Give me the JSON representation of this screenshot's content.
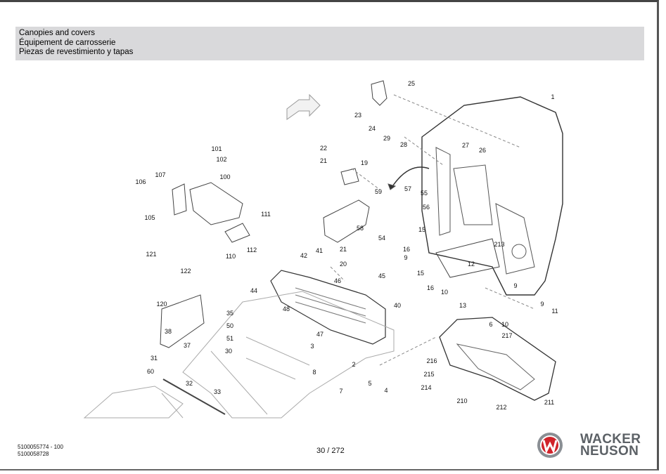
{
  "header": {
    "title_en": "Canopies and covers",
    "title_fr": "Équipement de carrosserie",
    "title_es": "Piezas de revestimiento y tapas"
  },
  "callouts": [
    "1",
    "25",
    "23",
    "24",
    "29",
    "28",
    "27",
    "26",
    "22",
    "21",
    "19",
    "101",
    "102",
    "100",
    "107",
    "106",
    "105",
    "111",
    "112",
    "110",
    "59",
    "57",
    "55",
    "56",
    "58",
    "54",
    "15",
    "16",
    "9",
    "213",
    "12",
    "15",
    "16",
    "10",
    "13",
    "9",
    "9",
    "11",
    "6",
    "10",
    "217",
    "121",
    "122",
    "42",
    "41",
    "21",
    "20",
    "46",
    "45",
    "44",
    "40",
    "48",
    "47",
    "120",
    "35",
    "50",
    "38",
    "51",
    "37",
    "30",
    "31",
    "3",
    "2",
    "216",
    "215",
    "214",
    "32",
    "33",
    "60",
    "8",
    "5",
    "4",
    "7",
    "210",
    "212",
    "211"
  ],
  "footer": {
    "doc_number": "5100055774 - 100",
    "doc_number2": "5100058728",
    "page": "30 / 272",
    "brand_line1": "WACKER",
    "brand_line2": "NEUSON"
  },
  "colors": {
    "header_bg": "#d9d9db",
    "logo_red": "#d0232a",
    "brand_gray": "#5c6166"
  }
}
